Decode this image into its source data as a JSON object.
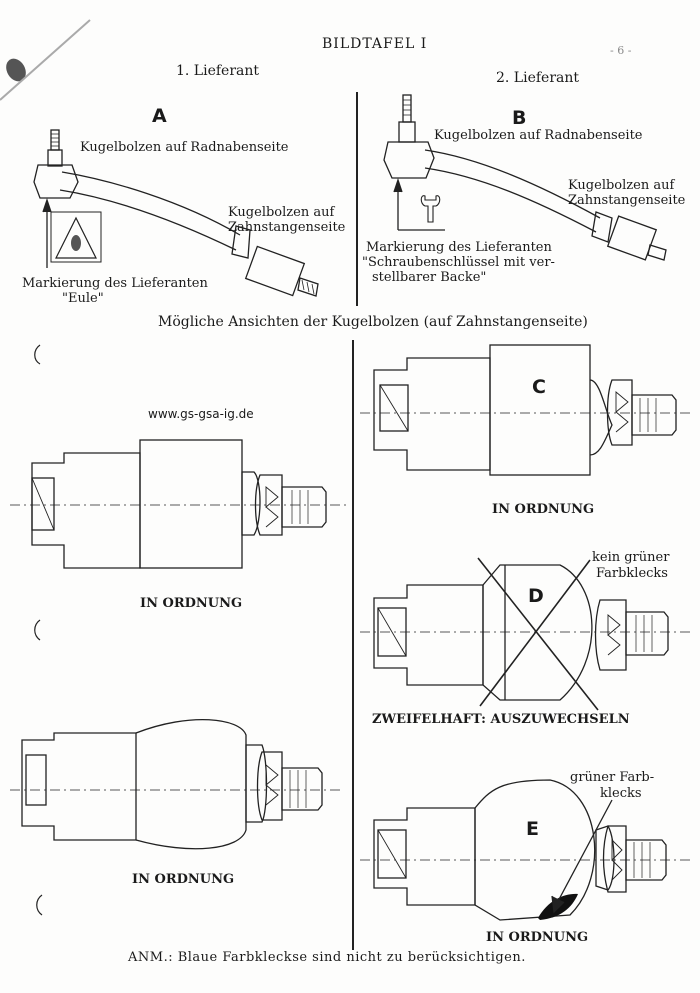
{
  "header": {
    "title": "BILDTAFEL I",
    "page_number": "- 6 -"
  },
  "top_left": {
    "heading": "1. Lieferant",
    "letter": "A",
    "label_radnabe": "Kugelbolzen auf Radnabenseite",
    "label_zahnstange_1": "Kugelbolzen auf",
    "label_zahnstange_2": "Zahnstangenseite",
    "mark_1": "Markierung des Lieferanten",
    "mark_2": "\"Eule\""
  },
  "top_right": {
    "heading": "2. Lieferant",
    "letter": "B",
    "label_radnabe": "Kugelbolzen auf Radnabenseite",
    "label_zahnstange_1": "Kugelbolzen auf",
    "label_zahnstange_2": "Zahnstangenseite",
    "mark_1": "Markierung des Lieferanten",
    "mark_2": "\"Schraubenschlüssel mit ver-",
    "mark_3": "stellbarer Backe\""
  },
  "subtitle": "Mögliche Ansichten der Kugelbolzen (auf Zahnstangenseite)",
  "watermark": "www.gs-gsa-ig.de",
  "views": {
    "left_1_status": "IN ORDNUNG",
    "left_2_status": "IN ORDNUNG",
    "c_letter": "C",
    "c_status": "IN ORDNUNG",
    "d_letter": "D",
    "d_note_1": "kein grüner",
    "d_note_2": "Farbklecks",
    "d_status": "ZWEIFELHAFT: AUSZUWECHSELN",
    "e_letter": "E",
    "e_note_1": "grüner Farb-",
    "e_note_2": "klecks",
    "e_status": "IN ORDNUNG"
  },
  "footnote": "ANM.: Blaue Farbkleckse sind nicht zu berücksichtigen."
}
